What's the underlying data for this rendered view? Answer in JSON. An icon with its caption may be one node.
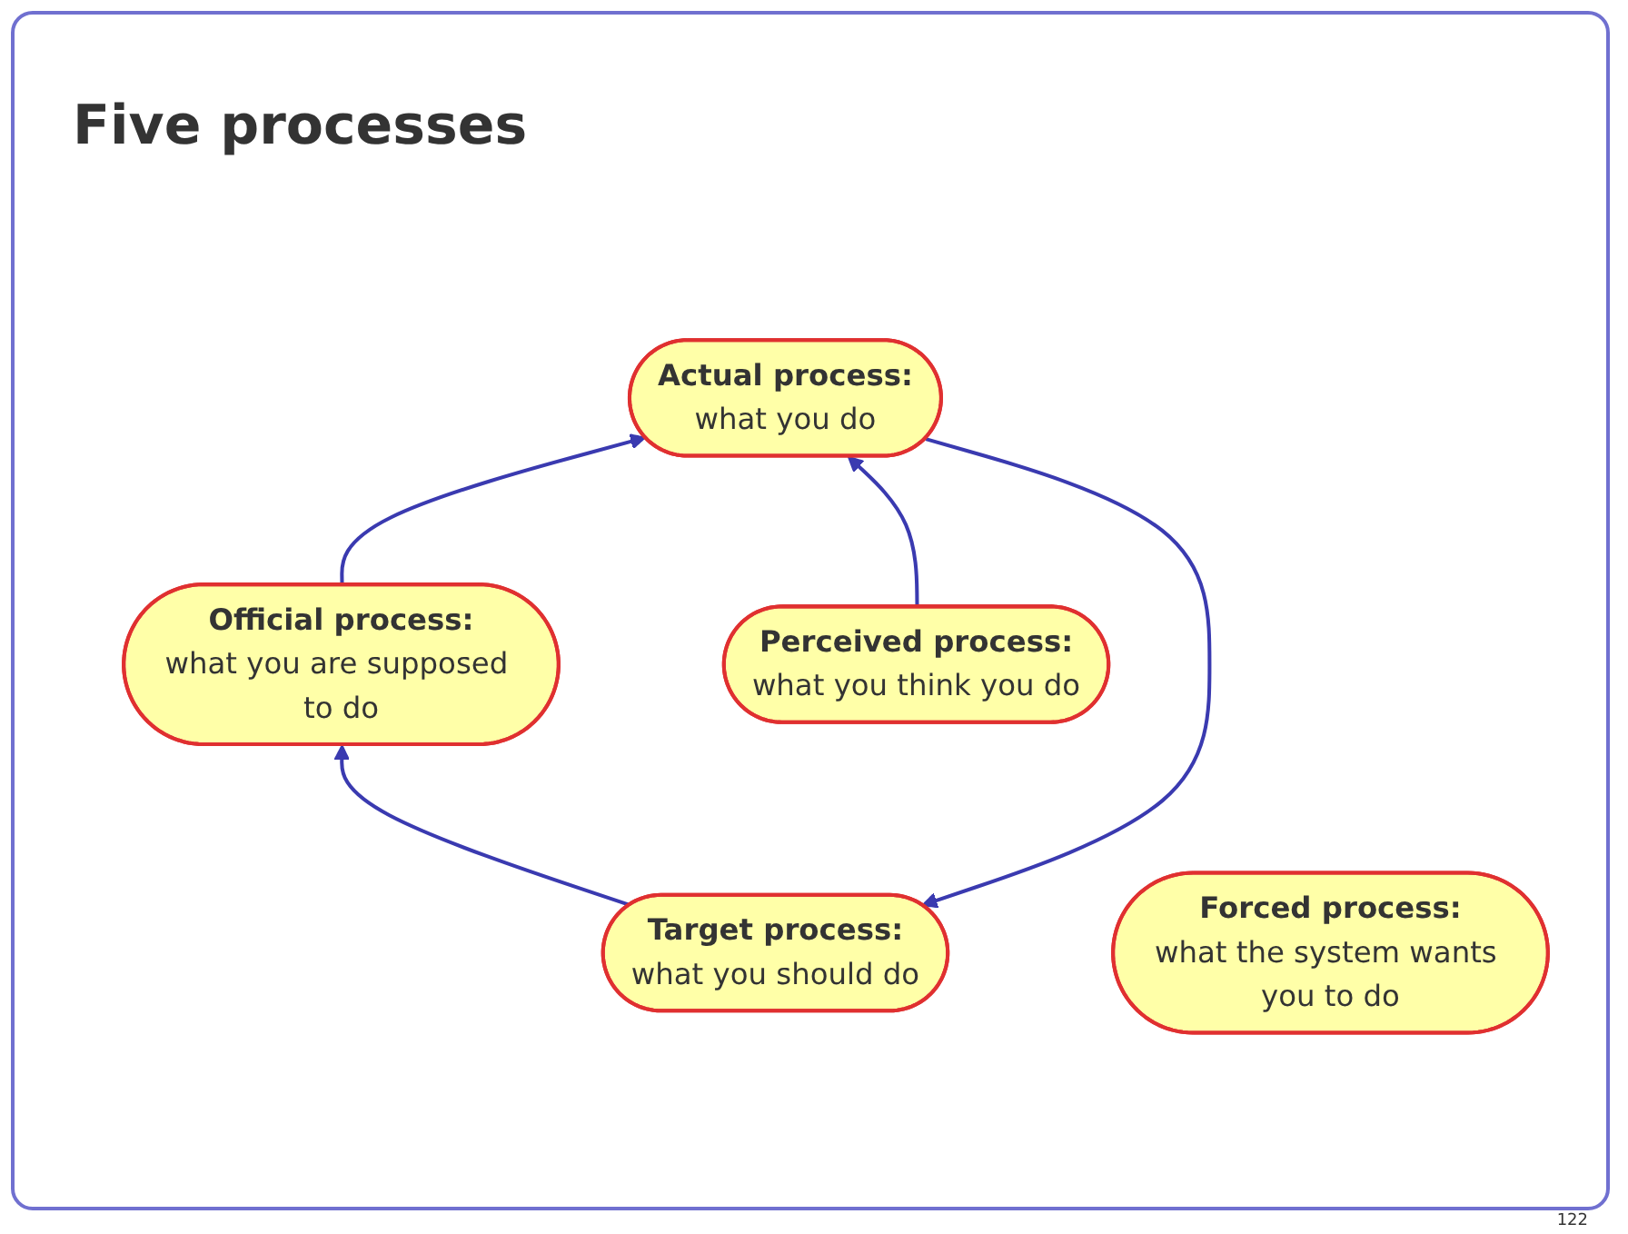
{
  "diagram": {
    "title": "Five processes",
    "nodes": [
      {
        "text": [
          "Target process:",
          "what you should do"
        ]
      },
      {
        "text": [
          "Forced process:",
          "what the system wants you to do"
        ]
      },
      {
        "text": [
          "Actual process:",
          "what you do"
        ]
      },
      {
        "text": [
          "Perceived process:",
          "what you think you do"
        ]
      },
      {
        "text": [
          "Official process:",
          "what you are supposed to do"
        ]
      }
    ],
    "edges": [
      {
        "from": 2,
        "to": 0,
        "arrow": "to"
      },
      {
        "from": 0,
        "to": 4,
        "arrow": "to"
      },
      {
        "from": 4,
        "to": 2,
        "arrow": "to"
      },
      {
        "from": 3,
        "to": 2,
        "arrow": "to"
      }
    ],
    "labels": [
      "122"
    ]
  }
}
